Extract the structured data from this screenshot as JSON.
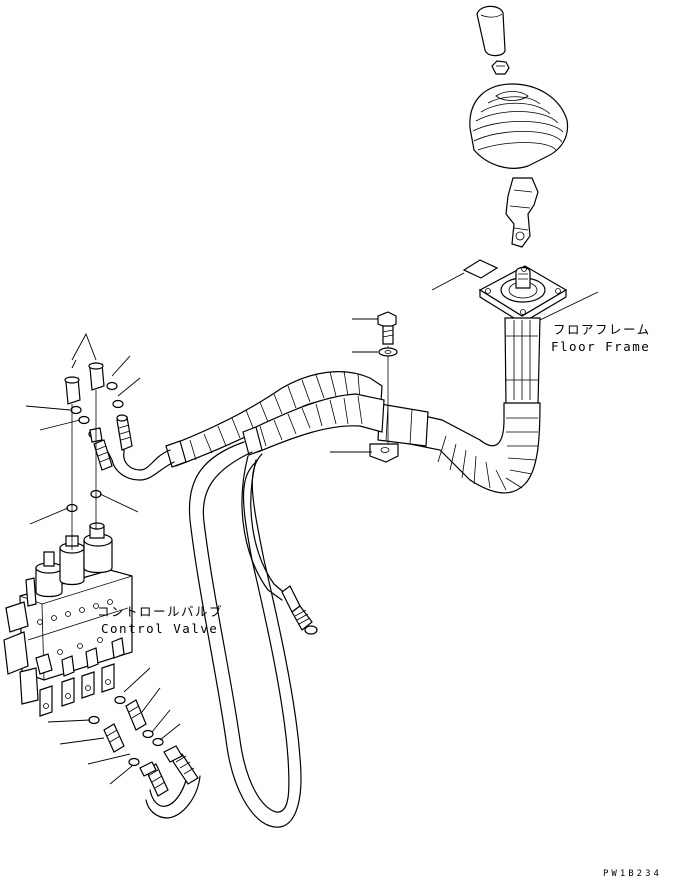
{
  "labels": {
    "floor_frame_jp": "フロアフレーム",
    "floor_frame_en": "Floor Frame",
    "control_valve_jp": "コントロールバルブ",
    "control_valve_en": "Control Valve"
  },
  "drawing_code": "PW1B234"
}
